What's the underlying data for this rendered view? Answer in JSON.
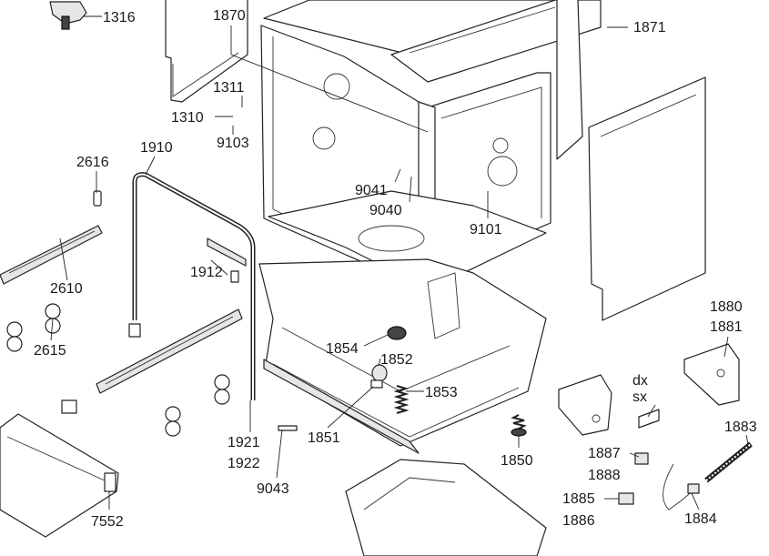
{
  "diagram": {
    "callouts": [
      {
        "id": "1316"
      },
      {
        "id": "1870"
      },
      {
        "id": "1871"
      },
      {
        "id": "1311"
      },
      {
        "id": "1310"
      },
      {
        "id": "9103"
      },
      {
        "id": "1910"
      },
      {
        "id": "2616"
      },
      {
        "id": "9041"
      },
      {
        "id": "9040"
      },
      {
        "id": "9101"
      },
      {
        "id": "1912"
      },
      {
        "id": "2610"
      },
      {
        "id": "2615"
      },
      {
        "id": "1880"
      },
      {
        "id": "1881"
      },
      {
        "id": "1854"
      },
      {
        "id": "1852"
      },
      {
        "id": "1853"
      },
      {
        "id": "dx"
      },
      {
        "id": "sx"
      },
      {
        "id": "1883"
      },
      {
        "id": "1921"
      },
      {
        "id": "1922"
      },
      {
        "id": "1851"
      },
      {
        "id": "1850"
      },
      {
        "id": "1887"
      },
      {
        "id": "1888"
      },
      {
        "id": "9043"
      },
      {
        "id": "1885"
      },
      {
        "id": "1886"
      },
      {
        "id": "1884"
      },
      {
        "id": "7552"
      }
    ]
  }
}
